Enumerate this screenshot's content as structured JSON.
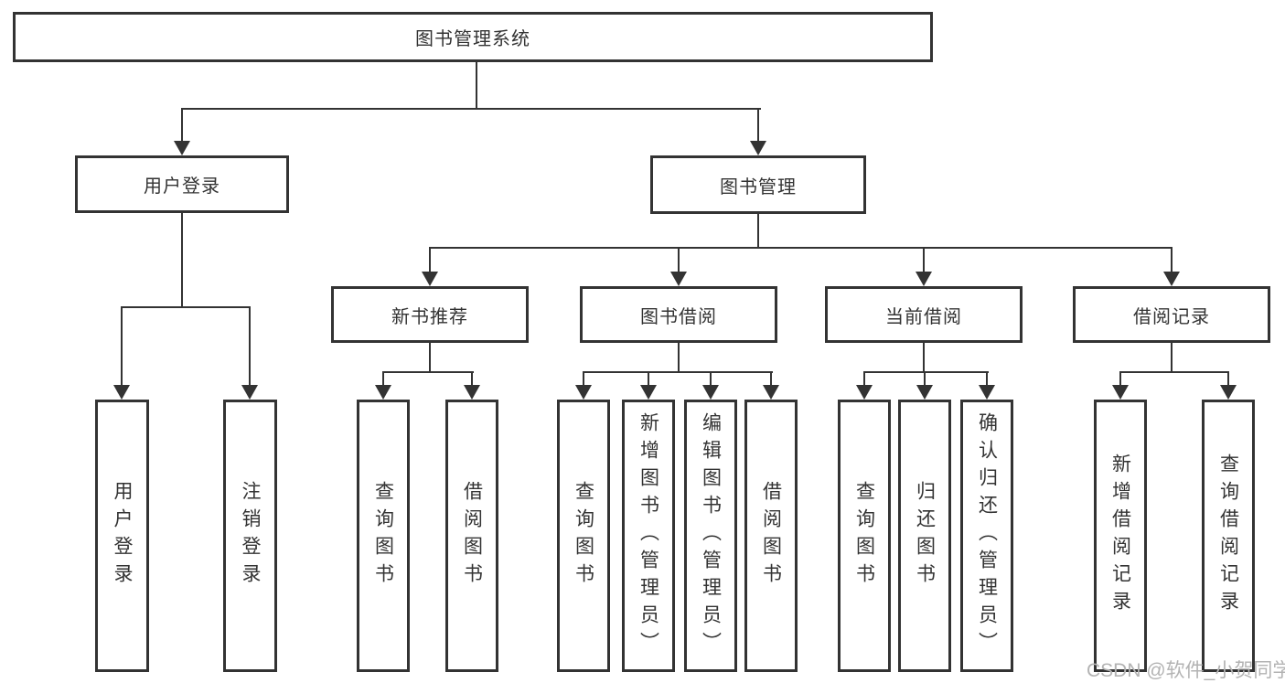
{
  "tree": {
    "root": {
      "label": "图书管理系统"
    },
    "level2": [
      {
        "id": "user-login",
        "label": "用户登录"
      },
      {
        "id": "book-management",
        "label": "图书管理"
      }
    ],
    "level3": [
      {
        "id": "new-book-recommend",
        "label": "新书推荐",
        "parent": "图书管理"
      },
      {
        "id": "book-borrow",
        "label": "图书借阅",
        "parent": "图书管理"
      },
      {
        "id": "current-borrow",
        "label": "当前借阅",
        "parent": "图书管理"
      },
      {
        "id": "borrow-record",
        "label": "借阅记录",
        "parent": "图书管理"
      }
    ],
    "level4": [
      {
        "label": "用户登录",
        "parent": "用户登录"
      },
      {
        "label": "注销登录",
        "parent": "用户登录"
      },
      {
        "label": "查询图书",
        "parent": "新书推荐"
      },
      {
        "label": "借阅图书",
        "parent": "新书推荐"
      },
      {
        "label": "查询图书",
        "parent": "图书借阅"
      },
      {
        "label": "新增图书（管理员）",
        "parent": "图书借阅"
      },
      {
        "label": "编辑图书（管理员）",
        "parent": "图书借阅"
      },
      {
        "label": "借阅图书",
        "parent": "图书借阅"
      },
      {
        "label": "查询图书",
        "parent": "当前借阅"
      },
      {
        "label": "归还图书",
        "parent": "当前借阅"
      },
      {
        "label": "确认归还（管理员）",
        "parent": "当前借阅"
      },
      {
        "label": "新增借阅记录",
        "parent": "借阅记录"
      },
      {
        "label": "查询借阅记录",
        "parent": "借阅记录"
      }
    ]
  },
  "watermark": {
    "text": "CSDN @软件_小贺同学"
  },
  "colors": {
    "line": "#333333",
    "text": "#333333",
    "background": "#ffffff",
    "watermark": "#b3b3b3"
  }
}
